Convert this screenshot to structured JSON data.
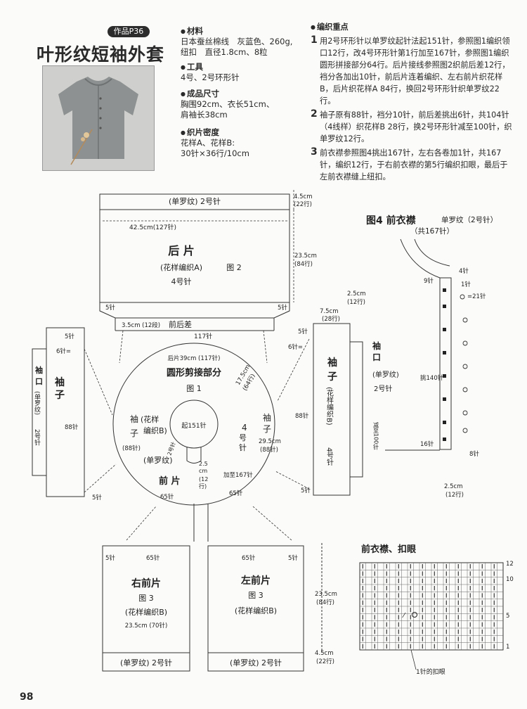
{
  "tag": "作品P36",
  "title": "叶形纹短袖外套",
  "materials": {
    "materials_title": "材料",
    "materials_lines": [
      "日本蚕丝棉线　灰蓝色、260g,",
      "纽扣　直径1.8cm、8粒"
    ],
    "tools_title": "工具",
    "tools_lines": [
      "4号、2号环形针"
    ],
    "size_title": "成品尺寸",
    "size_lines": [
      "胸围92cm、衣长51cm、",
      "肩袖长38cm"
    ],
    "gauge_title": "织片密度",
    "gauge_lines": [
      "花样A、花样B:",
      "30针×36行/10cm"
    ]
  },
  "key_points": {
    "title": "编织重点",
    "items": [
      {
        "num": "1",
        "text": "用2号环形针以单罗纹起针法起151针，参照图1编织领口12行，改4号环形针第1行加至167针，参照图1编织圆形拼接部分64行。后片接线参照图2织前后差12行，裆分各加出10针，前后片连着编织、左右前片织花样B，后片织花样A 84行，换回2号环形针织单罗纹22行。"
      },
      {
        "num": "2",
        "text": "袖子原有88针，裆分10针，前后差挑出6针，共104针（4线样）织花样B 28行，换2号环形针减至100针，织单罗纹12行。"
      },
      {
        "num": "3",
        "text": "前衣襟参照图4挑出167针，左右各卷加1针，共167针，编织12行，于右前衣襟的第5行编织扣眼，最后于左前衣襟缝上纽扣。"
      }
    ]
  },
  "diagram": {
    "back": {
      "rib_label": "(单罗纹) 2号针",
      "width_label": "42.5cm(127针)",
      "name": "后 片",
      "pattern": "(花样编织A)",
      "fig": "图 2",
      "needle": "4号针",
      "h_top_cm": "4.5cm",
      "h_top_rows": "(22行)",
      "h_mid_cm": "23.5cm",
      "h_mid_rows": "(84行)",
      "st5_left": "5针",
      "st5_right": "5针",
      "diff_label": "前后差",
      "diff_rows": "3.5cm (12段)",
      "st117": "117针",
      "dim_2_5cm": "2.5cm",
      "dim_12rows": "(12行)"
    },
    "yoke": {
      "back_label": "后片39cm (117针)",
      "name": "圆形剪接部分",
      "fig": "图 1",
      "start": "起151针",
      "sleeve_l1": "袖",
      "sleeve_l2": "子",
      "pat_l1": "(花样",
      "pat_l2": "编织B)",
      "st88": "(88针)",
      "needle4": "4",
      "needle4b": "号",
      "needle4c": "针",
      "rib": "(单罗纹)",
      "front": "前 片",
      "st65a": "65针",
      "st65b": "65针",
      "depth_cm": "17.5cm",
      "depth_rows": "(64行)",
      "r_cm": "29.5cm",
      "r_st": "(88针)",
      "neck_cm": "2.5",
      "neck_cm2": "cm",
      "neck_rows": "(12",
      "neck_rows2": "行)",
      "add": "加至167针",
      "needle2": "2号针"
    },
    "left_sleeve": {
      "cuff_l1": "袖",
      "cuff_l2": "口",
      "cuff_rib": "(单罗纹)",
      "cuff_needle": "2号针",
      "name1": "袖",
      "name2": "子",
      "st88": "88针",
      "st5a": "5针",
      "st6": "6针=",
      "st5b": "5针"
    },
    "right_sleeve": {
      "w_cm": "7.5cm",
      "w_rows": "(28行)",
      "name1": "袖",
      "name2": "子",
      "pat": "(花样编织B)",
      "needle": "4号针",
      "cuff1": "袖",
      "cuff2": "口",
      "cuff_rib": "(单罗纹)",
      "cuff_needle": "2号针",
      "st88": "88针",
      "dec": "减至100针",
      "st5a": "5针",
      "st6": "6针=",
      "st5b": "5针"
    },
    "fig4": {
      "title": "图4  前衣襟",
      "rib": "单罗纹（2号针）",
      "total": "（共167针）",
      "st4": "4针",
      "st9": "9针",
      "st1": "1针",
      "st21": "=21针",
      "pick": "挑140针",
      "st16": "16针",
      "st8": "8针",
      "w_cm": "2.5cm",
      "w_rows": "(12行)"
    },
    "right_front": {
      "st5": "5针",
      "st65": "65针",
      "name": "右前片",
      "fig": "图 3",
      "pattern": "(花样编织B)",
      "width": "23.5cm (70针)",
      "rib": "(单罗纹) 2号针"
    },
    "left_front": {
      "st65": "65针",
      "st5": "5针",
      "name": "左前片",
      "fig": "图 3",
      "pattern": "(花样编织B)",
      "rib": "(单罗纹) 2号针",
      "h1_cm": "23.5cm",
      "h1_rows": "(84行)",
      "h2_cm": "4.5cm",
      "h2_rows": "(22行)"
    },
    "buttonhole": {
      "title": "前衣襟、扣眼",
      "row12": "12",
      "row10": "10",
      "row5": "5",
      "row1": "1",
      "note": "1针的扣眼"
    }
  },
  "page_number": "98"
}
